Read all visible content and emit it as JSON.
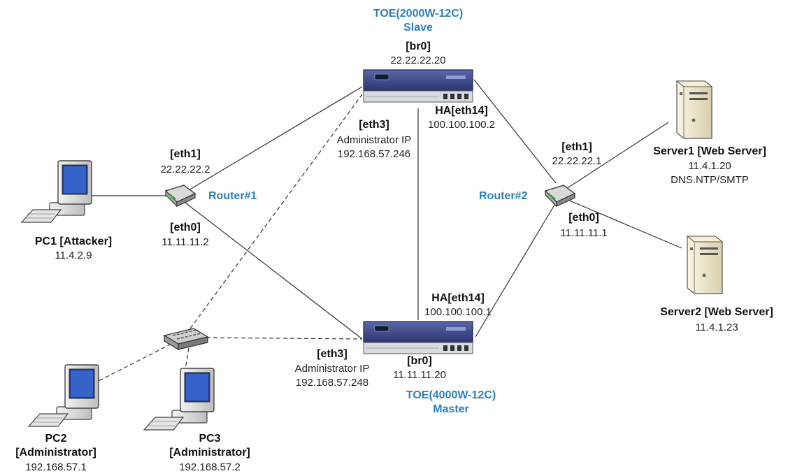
{
  "toe_slave": {
    "model": "TOE(2000W-12C)",
    "role": "Slave",
    "br0_label": "[br0]",
    "br0_ip": "22.22.22.20",
    "eth3_label": "[eth3]",
    "eth3_desc": "Administrator IP",
    "eth3_ip": "192.168.57.246",
    "ha_label": "HA[eth14]",
    "ha_ip": "100.100.100.2"
  },
  "toe_master": {
    "model": "TOE(4000W-12C)",
    "role": "Master",
    "br0_label": "[br0]",
    "br0_ip": "11.11.11.20",
    "eth3_label": "[eth3]",
    "eth3_desc": "Administrator IP",
    "eth3_ip": "192.168.57.248",
    "ha_label": "HA[eth14]",
    "ha_ip": "100.100.100.1"
  },
  "router1": {
    "name": "Router#1",
    "eth1_label": "[eth1]",
    "eth1_ip": "22.22.22.2",
    "eth0_label": "[eth0]",
    "eth0_ip": "11.11.11.2"
  },
  "router2": {
    "name": "Router#2",
    "eth1_label": "[eth1]",
    "eth1_ip": "22.22.22.1",
    "eth0_label": "[eth0]",
    "eth0_ip": "11.11.11.1"
  },
  "pc1": {
    "name": "PC1 [Attacker]",
    "ip": "11.4.2.9"
  },
  "pc2": {
    "name_line1": "PC2",
    "name_line2": "[Administrator]",
    "ip": "192.168.57.1"
  },
  "pc3": {
    "name_line1": "PC3",
    "name_line2": "[Administrator]",
    "ip": "192.168.57.2"
  },
  "server1": {
    "name": "Server1 [Web Server]",
    "ip": "11.4.1.20",
    "services": "DNS.NTP/SMTP"
  },
  "server2": {
    "name": "Server2 [Web Server]",
    "ip": "11.4.1.23"
  },
  "icons": {
    "pc": "desktop-computer-icon",
    "router": "router-icon",
    "switch": "switch-icon",
    "server": "tower-server-icon",
    "appliance": "rack-appliance-icon"
  },
  "colors": {
    "accent_label": "#2a7fbf",
    "link": "#333333",
    "appliance": "#3b4a8a"
  }
}
